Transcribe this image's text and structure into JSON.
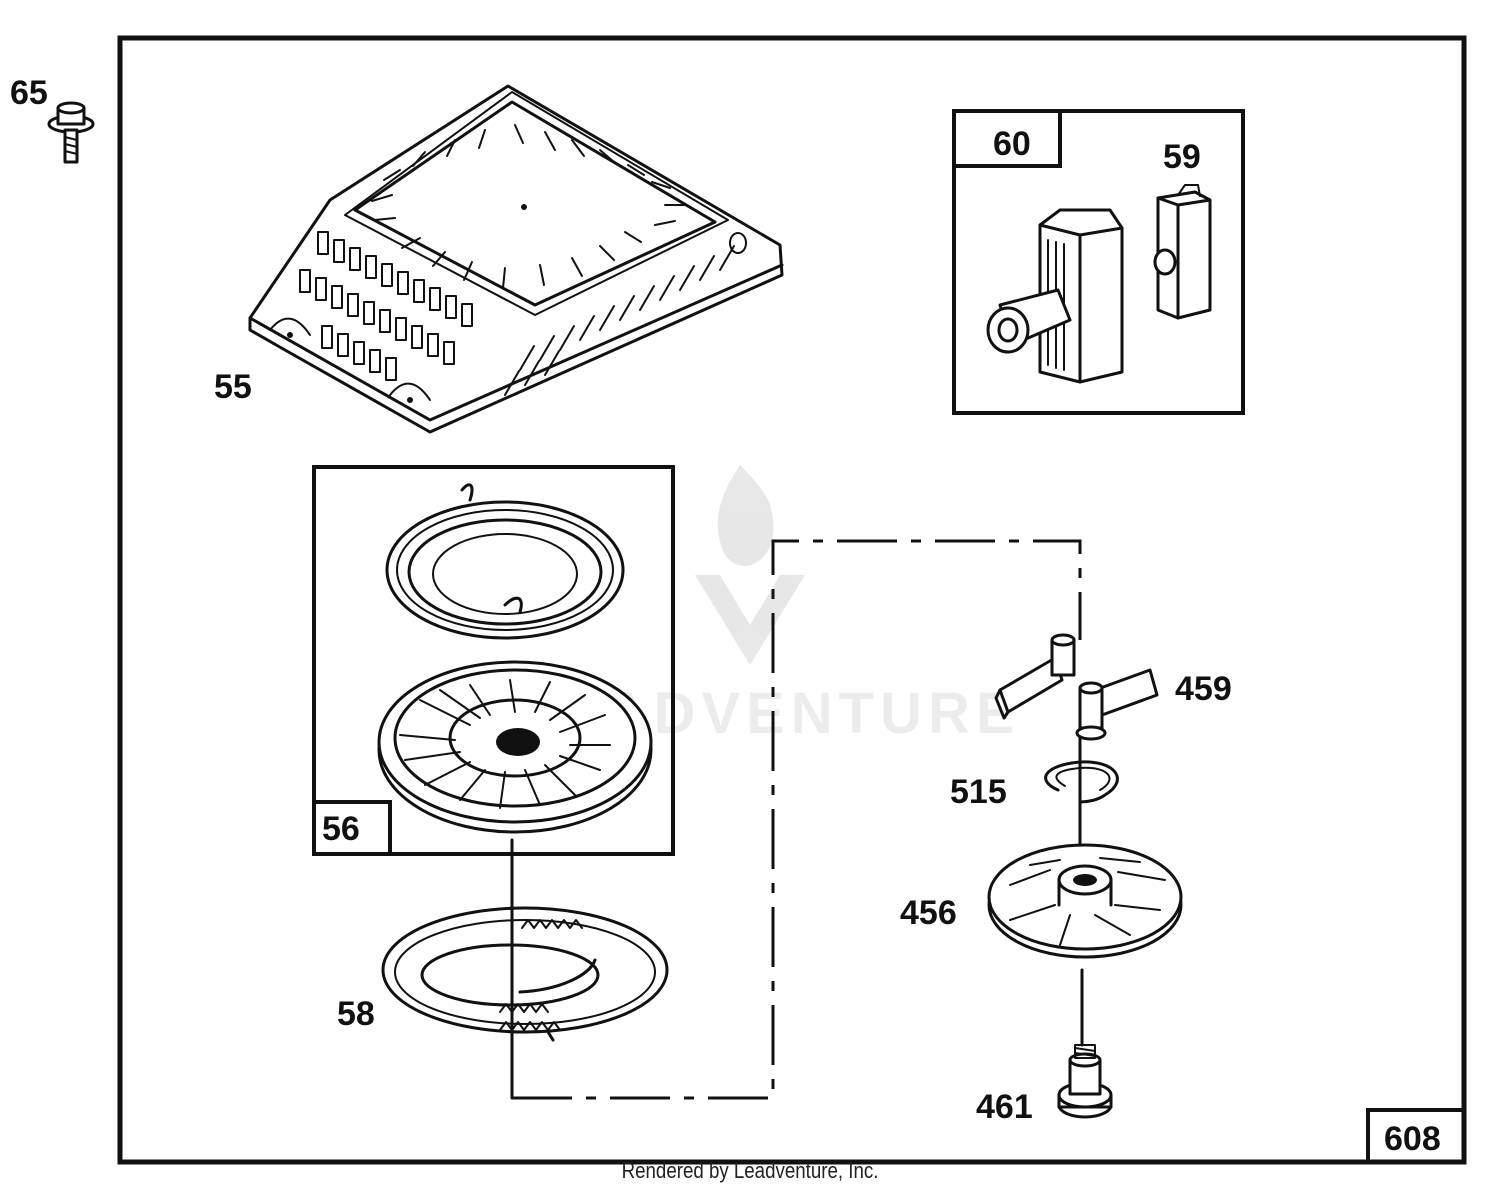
{
  "parts": {
    "p65": "65",
    "p55": "55",
    "p60": "60",
    "p59": "59",
    "p56": "56",
    "p58": "58",
    "p459": "459",
    "p515": "515",
    "p456": "456",
    "p461": "461"
  },
  "diagram_id": "608",
  "watermark": "LEADVENTURE",
  "footer": "Rendered by Leadventure, Inc."
}
